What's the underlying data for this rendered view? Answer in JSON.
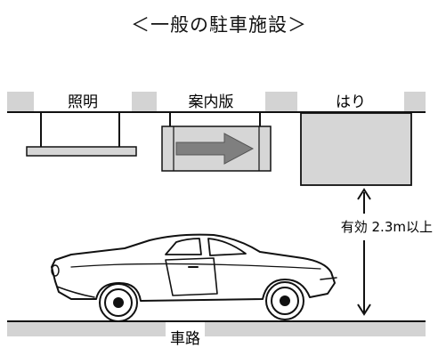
{
  "title": "＜一般の駐車施設＞",
  "labels": {
    "lighting": "照明",
    "signboard": "案内版",
    "beam": "はり",
    "clearance": "有効 2.3m以上",
    "road": "車路"
  },
  "colors": {
    "stripe": "#d3d3d3",
    "fixture": "#d6d6d6",
    "arrow": "#7f7f7f",
    "line": "#111111"
  }
}
